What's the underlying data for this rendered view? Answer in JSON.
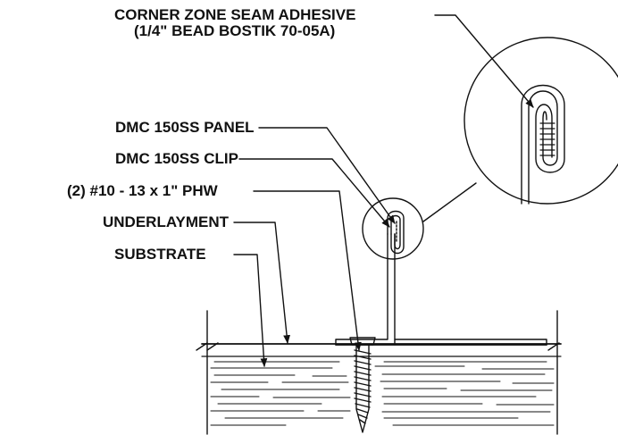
{
  "colors": {
    "ink": "#111111",
    "background": "#ffffff"
  },
  "callouts": {
    "adhesive_line1": "CORNER ZONE SEAM ADHESIVE",
    "adhesive_line2": "(1/4\" BEAD BOSTIK 70-05A)",
    "panel": "DMC 150SS PANEL",
    "clip": "DMC 150SS CLIP",
    "fastener": "(2) #10 - 13 x 1\" PHW",
    "underlayment": "UNDERLAYMENT",
    "substrate": "SUBSTRATE"
  }
}
